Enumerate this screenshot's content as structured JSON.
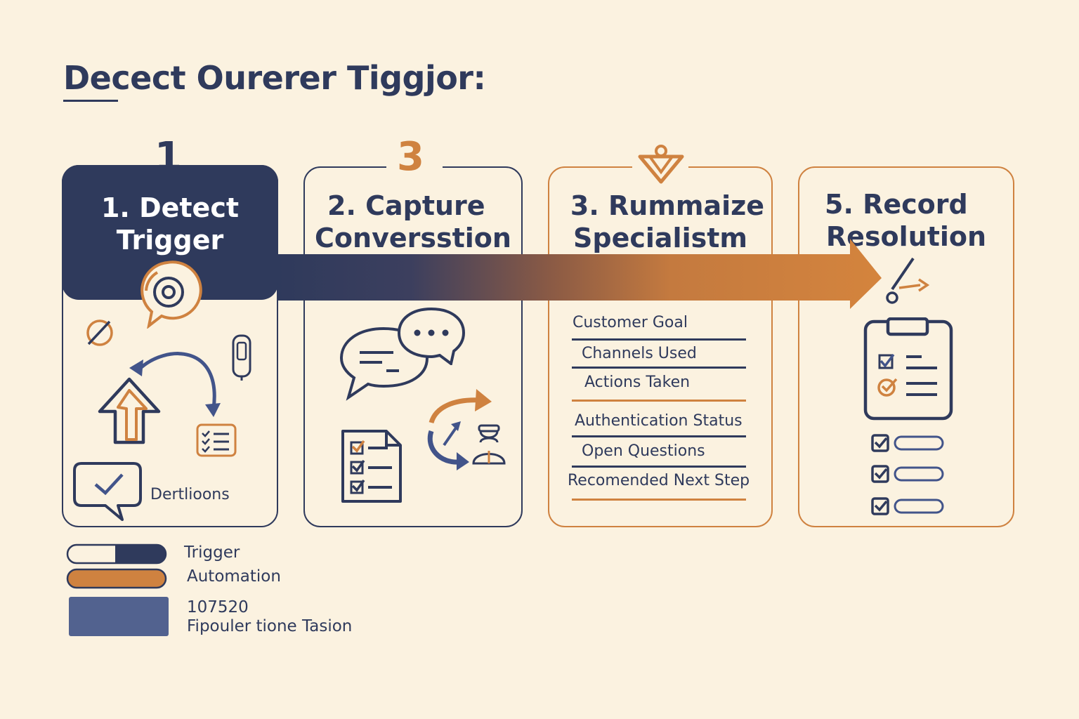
{
  "title": "Decect Ourerer Tiggjor:",
  "markers": {
    "step1": "1",
    "step2": "3"
  },
  "colors": {
    "navy": "#2f3a5c",
    "orange": "#cf8240",
    "background": "#fbf2e0",
    "legend_blue": "#52628f"
  },
  "cards": [
    {
      "id": "detect",
      "title_line1": "1. Detect",
      "title_line2": "Trigger",
      "caption": "Dertlioons",
      "icons": [
        "chat-target-icon",
        "slash-circle-icon",
        "phone-icon",
        "curved-arrow-icon",
        "house-arrow-icon",
        "checklist-icon",
        "checkmark-chat-icon"
      ]
    },
    {
      "id": "capture",
      "title_line1": "2. Capture",
      "title_line2": "Conversstion",
      "icons": [
        "speech-bubble-icon",
        "typing-bubble-icon",
        "document-checklist-icon",
        "cycle-arrows-icon",
        "agent-icon"
      ]
    },
    {
      "id": "summarize",
      "title_line1": "3. Rummaize",
      "title_line2": "Specialistm",
      "icons": [
        "funnel-icon"
      ],
      "fields": [
        "Customer Goal",
        "Channels Used",
        "Actions Taken",
        "Authentication Status",
        "Open Questions",
        "Recomended Next Step"
      ]
    },
    {
      "id": "record",
      "title_line1": "5. Record",
      "title_line2": "Resolution",
      "icons": [
        "pen-route-icon",
        "clipboard-checklist-icon",
        "checkbox-icon"
      ]
    }
  ],
  "legend": [
    {
      "label": "Trigger",
      "style": "split-pill"
    },
    {
      "label": "Automation",
      "style": "orange-pill"
    },
    {
      "label_line1": "107520",
      "label_line2": "Fipouler tione Tasion",
      "style": "blue-block"
    }
  ]
}
